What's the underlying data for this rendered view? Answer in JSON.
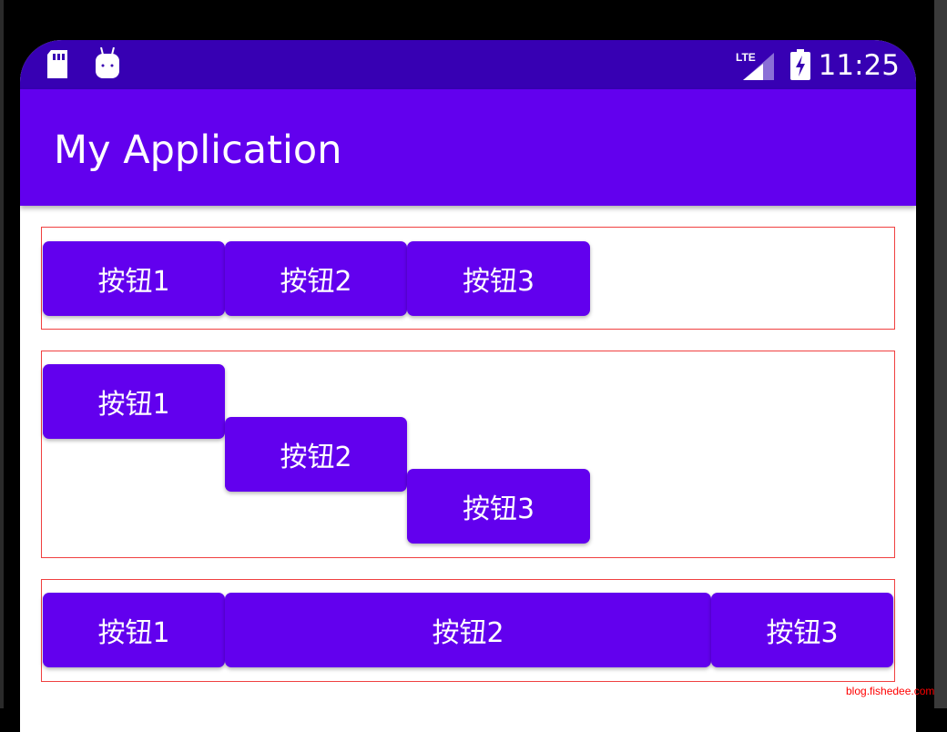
{
  "status_bar": {
    "time": "11:25",
    "network": "LTE",
    "icons": [
      "sd-card-icon",
      "android-debug-icon",
      "lte-signal-icon",
      "battery-charging-icon"
    ]
  },
  "app_bar": {
    "title": "My Application"
  },
  "rows": [
    {
      "buttons": [
        "按钮1",
        "按钮2",
        "按钮3"
      ]
    },
    {
      "buttons": [
        "按钮1",
        "按钮2",
        "按钮3"
      ]
    },
    {
      "buttons": [
        "按钮1",
        "按钮2",
        "按钮3"
      ]
    }
  ],
  "watermark": "blog.fishedee.com",
  "colors": {
    "primary": "#6200EE",
    "primary_dark": "#3700B3",
    "border": "#f04040"
  }
}
